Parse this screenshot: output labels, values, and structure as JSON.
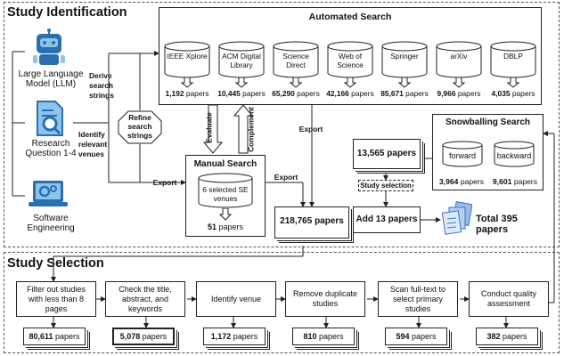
{
  "identification": {
    "title": "Study Identification",
    "inputs": [
      {
        "label": "Large Language Model (LLM)",
        "icon": "robot-icon"
      },
      {
        "label": "Research Question 1-4",
        "icon": "document-search-icon"
      },
      {
        "label": "Software Engineering",
        "icon": "laptop-gears-icon"
      }
    ],
    "edge_labels": {
      "derive": "Derive search strings",
      "identify": "Identify relevant venues",
      "refine": "Refine search strings",
      "evaluate": "Evaluate",
      "complement": "Complement",
      "export": "Export"
    },
    "automated": {
      "title": "Automated Search",
      "databases": [
        {
          "name": "IEEE Xplore",
          "papers": "1,192",
          "unit": "papers"
        },
        {
          "name": "ACM Digital Library",
          "papers": "10,445",
          "unit": "papers"
        },
        {
          "name": "Science Direct",
          "papers": "65,290",
          "unit": "papers"
        },
        {
          "name": "Web of Science",
          "papers": "42,166",
          "unit": "papers"
        },
        {
          "name": "Springer",
          "papers": "85,671",
          "unit": "papers"
        },
        {
          "name": "arXiv",
          "papers": "9,966",
          "unit": "papers"
        },
        {
          "name": "DBLP",
          "papers": "4,035",
          "unit": "papers"
        }
      ]
    },
    "manual": {
      "title": "Manual Search",
      "venues": "6 selected SE venues",
      "papers": "51",
      "unit": "papers"
    },
    "snowballing": {
      "title": "Snowballing Search",
      "forward": "forward",
      "backward": "backward",
      "forward_papers": "3,964",
      "backward_papers": "9,601",
      "unit": "papers"
    },
    "total_combined": "218,765 papers",
    "snow_total": "13,565 papers",
    "study_selection_tag": "Study selection",
    "add": "Add 13 papers",
    "total": "Total 395 papers"
  },
  "selection": {
    "title": "Study Selection",
    "steps": [
      {
        "label": "Filter out studies with less than 8 pages",
        "papers": "80,611",
        "unit": "papers"
      },
      {
        "label": "Check the title, abstract, and keywords",
        "papers": "5,078",
        "unit": "papers"
      },
      {
        "label": "Identify venue",
        "papers": "1,172",
        "unit": "papers"
      },
      {
        "label": "Remove duplicate studies",
        "papers": "810",
        "unit": "papers"
      },
      {
        "label": "Scan full-text to select primary studies",
        "papers": "594",
        "unit": "papers"
      },
      {
        "label": "Conduct quality assessment",
        "papers": "382",
        "unit": "papers"
      }
    ]
  },
  "colors": {
    "icon_blue": "#2a6fb0",
    "icon_light": "#8fc3ea",
    "line": "#222222",
    "doc_blue": "#3b73c4"
  }
}
